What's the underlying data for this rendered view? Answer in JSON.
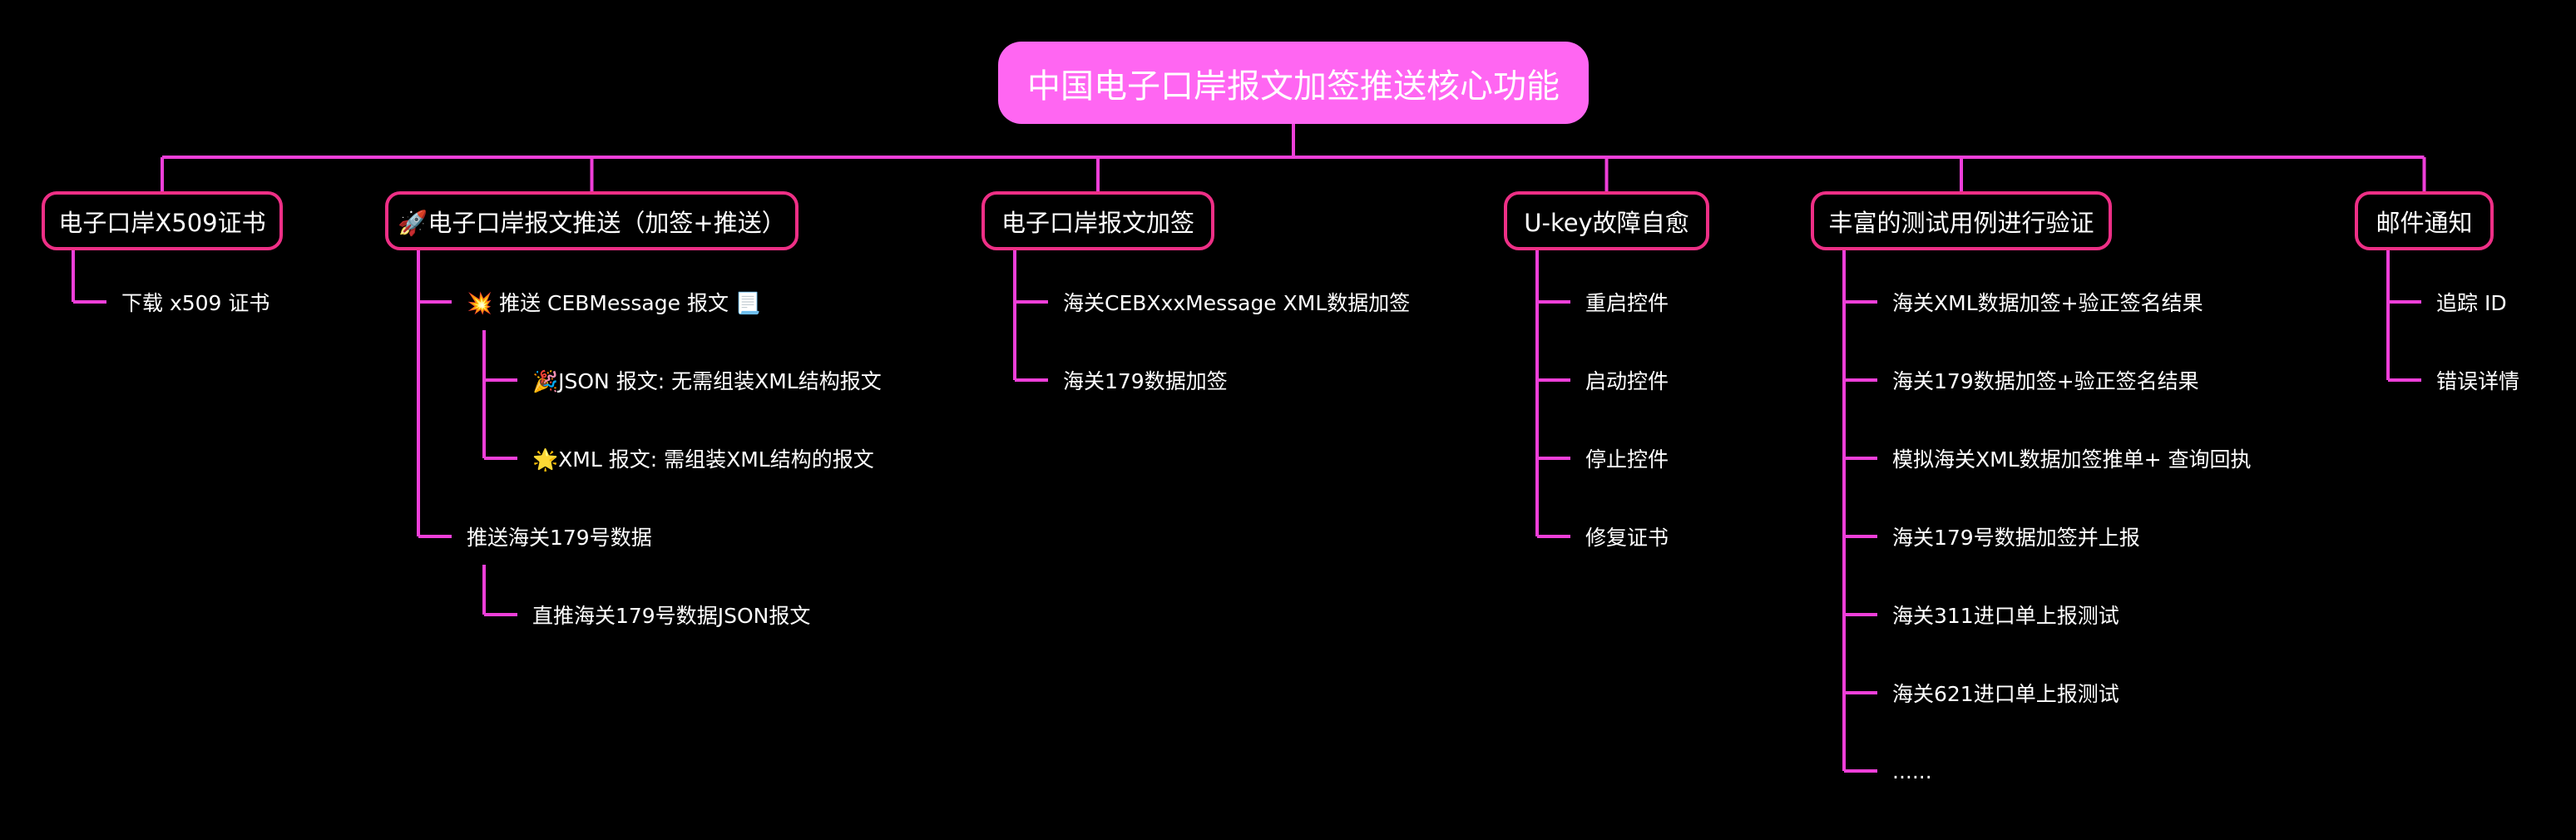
{
  "title": "中国电子口岸报文加签推送核心功能",
  "colors": {
    "line": "#ee3fd9",
    "root_fill": "#ff66f2",
    "branch_border": "#ee2f86",
    "background": "#000000",
    "text": "#ffffff"
  },
  "branches": [
    {
      "label": "电子口岸X509证书",
      "children": [
        {
          "label": "下载 x509 证书"
        }
      ]
    },
    {
      "label": "🚀电子口岸报文推送（加签+推送）",
      "children": [
        {
          "label": "💥 推送 CEBMessage 报文 📃",
          "children": [
            {
              "label": "🎉JSON 报文: 无需组装XML结构报文"
            },
            {
              "label": "🌟XML 报文: 需组装XML结构的报文"
            }
          ]
        },
        {
          "label": "推送海关179号数据",
          "children": [
            {
              "label": "直推海关179号数据JSON报文"
            }
          ]
        }
      ]
    },
    {
      "label": "电子口岸报文加签",
      "children": [
        {
          "label": "海关CEBXxxMessage XML数据加签"
        },
        {
          "label": "海关179数据加签"
        }
      ]
    },
    {
      "label": "U-key故障自愈",
      "children": [
        {
          "label": "重启控件"
        },
        {
          "label": "启动控件"
        },
        {
          "label": "停止控件"
        },
        {
          "label": "修复证书"
        }
      ]
    },
    {
      "label": "丰富的测试用例进行验证",
      "children": [
        {
          "label": "海关XML数据加签+验正签名结果"
        },
        {
          "label": "海关179数据加签+验正签名结果"
        },
        {
          "label": "模拟海关XML数据加签推单+ 查询回执"
        },
        {
          "label": "海关179号数据加签并上报"
        },
        {
          "label": "海关311进口单上报测试"
        },
        {
          "label": "海关621进口单上报测试"
        },
        {
          "label": "......"
        }
      ]
    },
    {
      "label": "邮件通知",
      "children": [
        {
          "label": "追踪 ID"
        },
        {
          "label": "错误详情"
        }
      ]
    }
  ]
}
